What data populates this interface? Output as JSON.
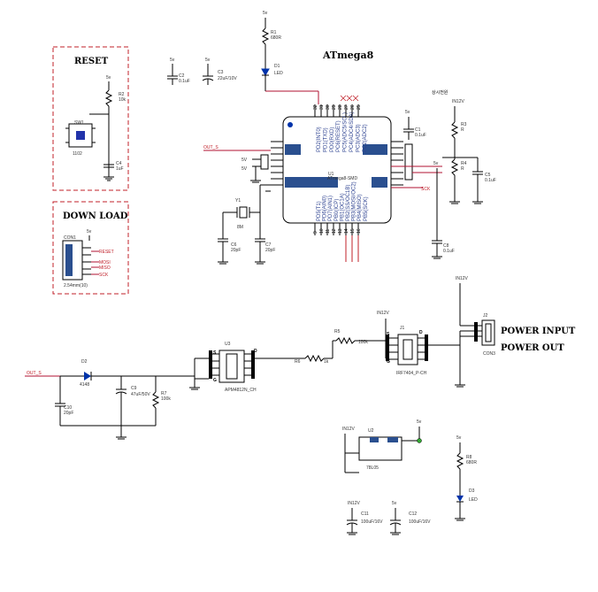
{
  "titles": {
    "atmega": "ATmega8",
    "reset": "RESET",
    "download": "DOWN LOAD",
    "power_input": "POWER INPUT",
    "power_out": "POWER OUT",
    "always_on": "상시전원"
  },
  "components": {
    "r1": {
      "name": "R1",
      "value": "680R"
    },
    "d1": {
      "name": "D1",
      "value": "LED"
    },
    "c2": {
      "name": "C2",
      "value": "0.1uF"
    },
    "c3": {
      "name": "C3",
      "value": "22uF/10V"
    },
    "r2": {
      "name": "R2",
      "value": "10k"
    },
    "sw1": {
      "name": "SW1",
      "value": "1102"
    },
    "c4": {
      "name": "C4",
      "value": "1uF"
    },
    "u1": {
      "name": "U1",
      "value": "ATmega8-SMD"
    },
    "c1": {
      "name": "C1",
      "value": "0.1uF"
    },
    "r3": {
      "name": "R3",
      "value": "R"
    },
    "r4": {
      "name": "R4",
      "value": "R"
    },
    "c5": {
      "name": "C5",
      "value": "0.1uF"
    },
    "c8": {
      "name": "C8",
      "value": "0.1uF"
    },
    "y1": {
      "name": "Y1",
      "value": "8M"
    },
    "c6": {
      "name": "C6",
      "value": "20pF"
    },
    "c7": {
      "name": "C7",
      "value": "20pF"
    },
    "con1": {
      "name": "CON1",
      "value": "2.54mm(10)"
    },
    "d2": {
      "name": "D2",
      "value": "4148"
    },
    "c9": {
      "name": "C9",
      "value": "47uF/50V"
    },
    "r7": {
      "name": "R7",
      "value": "100k"
    },
    "c10": {
      "name": "C10",
      "value": "20pF"
    },
    "r6": {
      "name": "R6",
      "value": "1k"
    },
    "u3": {
      "name": "U3",
      "value": "APM4812N_CH"
    },
    "r5": {
      "name": "R5",
      "value": "100k"
    },
    "j1": {
      "name": "J1",
      "value": "IRF7404_P-CH"
    },
    "j2": {
      "name": "J2",
      "value": "CON3"
    },
    "u2": {
      "name": "U2",
      "value": "78L05"
    },
    "c11": {
      "name": "C11",
      "value": "100uF/16V"
    },
    "c12": {
      "name": "C12",
      "value": "100uF/16V"
    },
    "r8": {
      "name": "R8",
      "value": "680R"
    },
    "d3": {
      "name": "D3",
      "value": "LED"
    }
  },
  "nets": {
    "v5": "5v",
    "in12": "IN12V",
    "out_s": "OUT_S",
    "reset": "RESET",
    "mosi": "MOSI",
    "miso": "MISO",
    "sck": "SCK",
    "vcc": "5V"
  },
  "mcu_pins_left": [
    "PD2(INT0)",
    "PD1(TXD)",
    "PD0(RXD)",
    "PC6(RESET)",
    "PC5(ADC5/SCL)",
    "PC4(ADC4/SDA)",
    "PC3(ADC3)",
    "PC2(ADC2)"
  ],
  "mcu_pins_bottom": [
    "PD5(T1)",
    "PD6(AIN0)",
    "PD7(AIN1)",
    "PB0(ICP)",
    "PB1(OC1A)",
    "PB2(SS/OC1B)",
    "PB3(MOSI/OC2)",
    "PB4(MISO)",
    "PB5(SCK)"
  ],
  "mcu_pin_numbers_top": [
    "32",
    "31",
    "30",
    "29",
    "28",
    "27",
    "26",
    "25"
  ],
  "mcu_pin_numbers_bottom": [
    "9",
    "10",
    "11",
    "12",
    "13",
    "14",
    "15",
    "16"
  ],
  "fet_pins": {
    "s": "S",
    "g": "G",
    "d": "D"
  }
}
